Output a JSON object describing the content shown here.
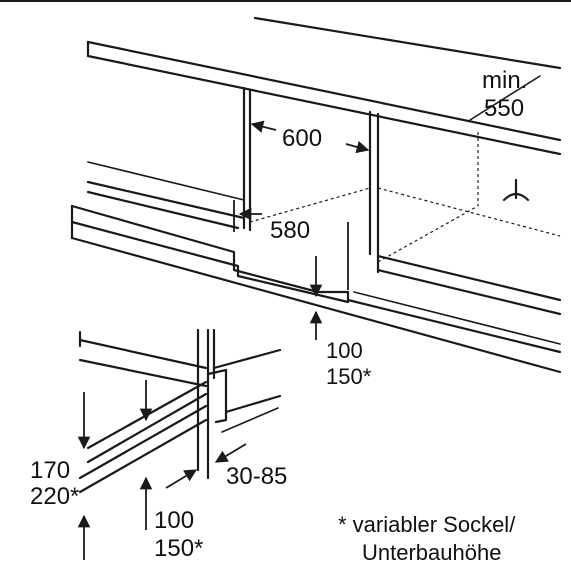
{
  "dimensions": {
    "min_label": "min.",
    "min_value": "550",
    "width": "600",
    "depth": "580",
    "plinth_main_a": "100",
    "plinth_main_b": "150*",
    "height_a": "170",
    "height_b": "220*",
    "gap": "30-85",
    "plinth_detail_a": "100",
    "plinth_detail_b": "150*"
  },
  "footnote": {
    "line1": "* variabler Sockel/",
    "line2": "Unterbauhöhe"
  }
}
